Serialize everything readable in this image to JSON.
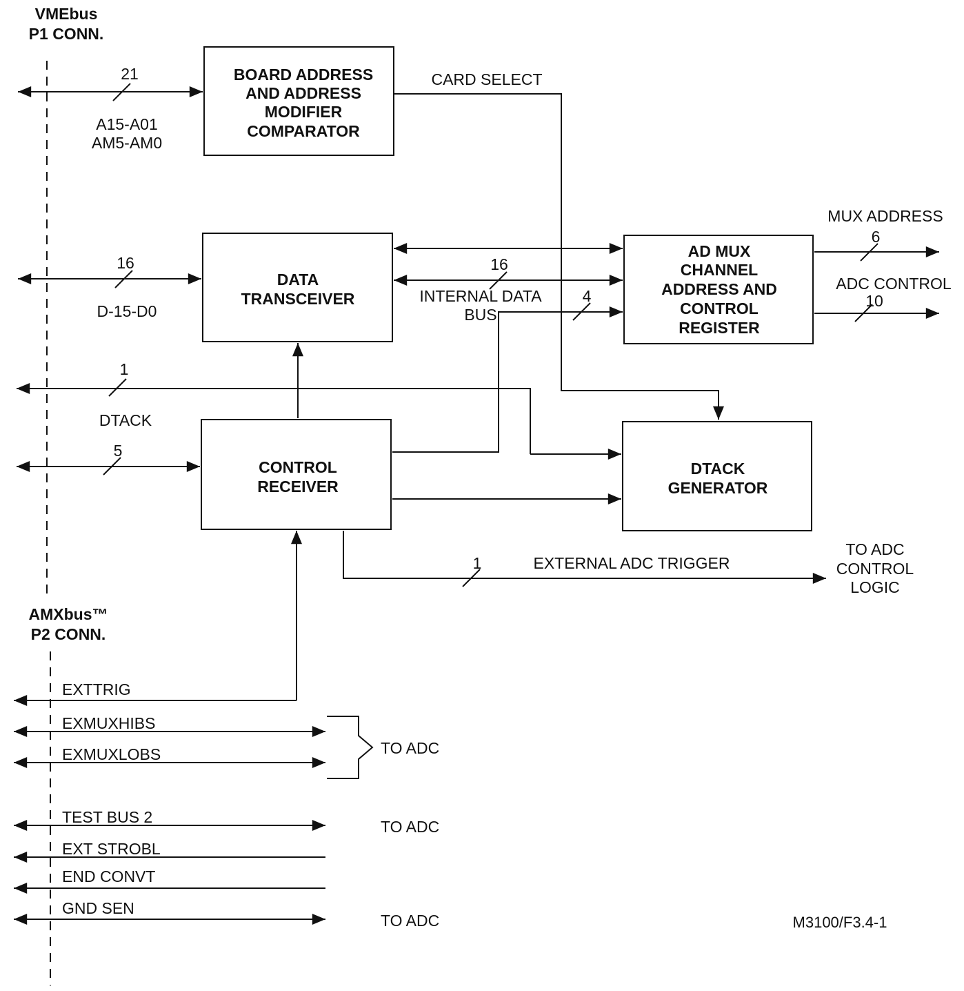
{
  "connectors": {
    "vme_line1": "VMEbus",
    "vme_line2": "P1 CONN.",
    "amx_line1": "AMXbus™",
    "amx_line2": "P2 CONN."
  },
  "blocks": {
    "comparator": [
      "BOARD ADDRESS",
      "AND ADDRESS",
      "MODIFIER",
      "COMPARATOR"
    ],
    "transceiver": [
      "DATA",
      "TRANSCEIVER"
    ],
    "mux_register": [
      "AD MUX",
      "CHANNEL",
      "ADDRESS AND",
      "CONTROL",
      "REGISTER"
    ],
    "control_receiver": [
      "CONTROL",
      "RECEIVER"
    ],
    "dtack_generator": [
      "DTACK",
      "GENERATOR"
    ]
  },
  "signals": {
    "address_width": "21",
    "address_line1": "A15-A01",
    "address_line2": "AM5-AM0",
    "card_select": "CARD SELECT",
    "data_width": "16",
    "data_label": "D-15-D0",
    "internal_width": "16",
    "internal_line1": "INTERNAL DATA",
    "internal_line2": "BUS",
    "ctrl_reg_width": "4",
    "mux_address": "MUX ADDRESS",
    "mux_width": "6",
    "adc_control": "ADC CONTROL",
    "adc_width": "10",
    "dtack_width": "1",
    "dtack_label": "DTACK",
    "control_width": "5",
    "trigger_width": "1",
    "trigger_label": "EXTERNAL ADC TRIGGER",
    "to_adc_logic": [
      "TO ADC",
      "CONTROL",
      "LOGIC"
    ]
  },
  "p2_signals": [
    "EXTTRIG",
    "EXMUXHIBS",
    "EXMUXLOBS",
    "TEST BUS 2",
    "EXT STROBL",
    "END CONVT",
    "GND SEN"
  ],
  "to_adc_labels": [
    "TO ADC",
    "TO ADC",
    "TO ADC"
  ],
  "figure_id": "M3100/F3.4-1"
}
